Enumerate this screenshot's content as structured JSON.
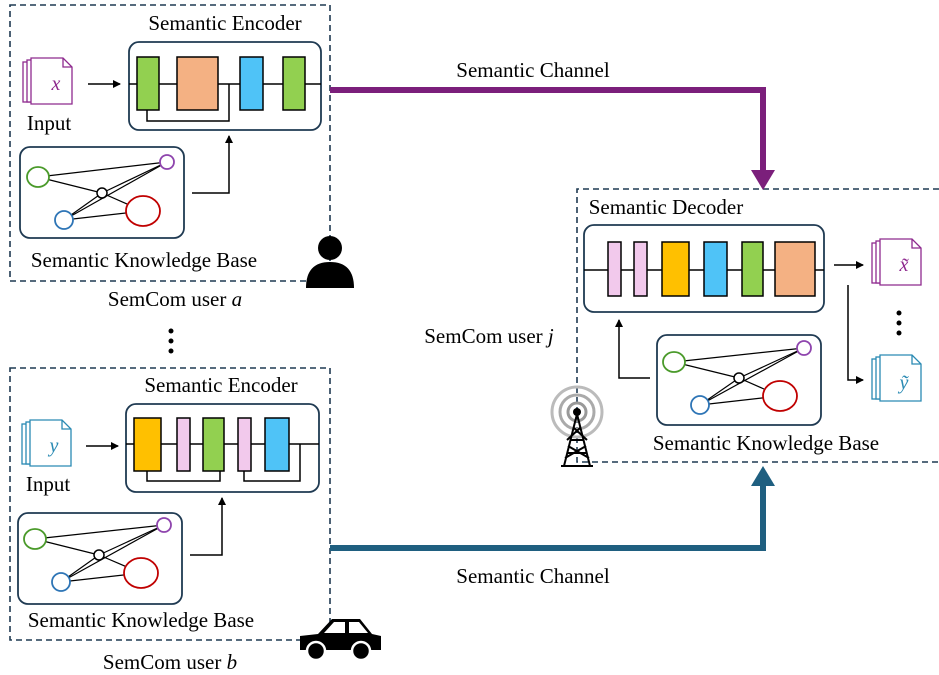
{
  "user_a": {
    "encoder_title": "Semantic Encoder",
    "input_label": "Input",
    "input_symbol": "x",
    "kb_label": "Semantic Knowledge Base",
    "user_label": "SemCom user",
    "user_var": "a",
    "icon": "person-icon",
    "file_color": "#8e2a8e"
  },
  "user_b": {
    "encoder_title": "Semantic Encoder",
    "input_label": "Input",
    "input_symbol": "y",
    "kb_label": "Semantic Knowledge Base",
    "user_label": "SemCom user",
    "user_var": "b",
    "icon": "car-icon",
    "file_color": "#2a8ab3"
  },
  "user_j": {
    "decoder_title": "Semantic Decoder",
    "kb_label": "Semantic Knowledge Base",
    "user_label": "SemCom user",
    "user_var": "j",
    "output_x": "x̃",
    "output_y": "ỹ",
    "icon": "antenna-tower-icon"
  },
  "channel_top": {
    "label": "Semantic Channel",
    "color": "#7b1f7b"
  },
  "channel_bottom": {
    "label": "Semantic Channel",
    "color": "#1f5f80"
  },
  "colors": {
    "green_block": "#92d050",
    "salmon_block": "#f4b183",
    "blue_block": "#4fc3f7",
    "yellow_block": "#ffc000",
    "pink_block": "#f2c9ec",
    "node_green": "#4a9a2a",
    "node_purple": "#8e44ad",
    "node_blue": "#2e75b6",
    "node_red": "#c00000"
  }
}
